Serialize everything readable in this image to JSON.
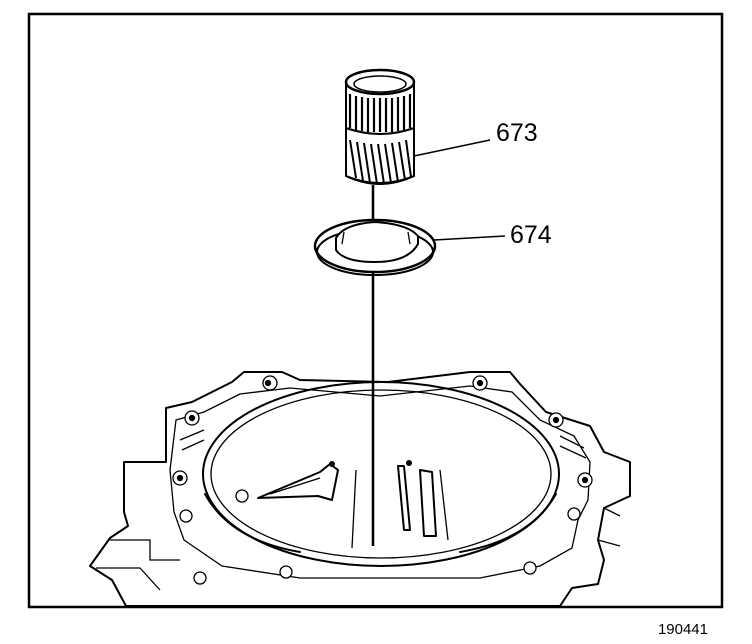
{
  "figure": {
    "number": "190441",
    "callouts": [
      {
        "id": "673",
        "label": "673"
      },
      {
        "id": "674",
        "label": "674"
      }
    ]
  }
}
